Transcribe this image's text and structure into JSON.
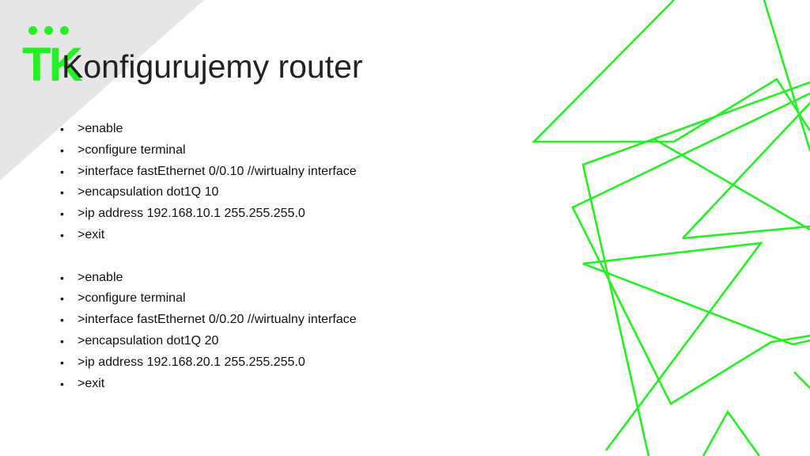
{
  "logo": {
    "text": "TK"
  },
  "title": "Konfigurujemy router",
  "bullet_char": "•",
  "bullets": [
    ">enable",
    ">configure terminal",
    ">interface fastEthernet 0/0.10 //wirtualny interface",
    ">encapsulation dot1Q 10",
    ">ip address 192.168.10.1 255.255.255.0",
    ">exit",
    "",
    ">enable",
    ">configure terminal",
    ">interface fastEthernet 0/0.20 //wirtualny interface",
    ">encapsulation dot1Q 20",
    ">ip address 192.168.20.1 255.255.255.0",
    ">exit"
  ],
  "colors": {
    "accent": "#24f024",
    "corner": "#e6e6e6",
    "text": "#111111"
  }
}
